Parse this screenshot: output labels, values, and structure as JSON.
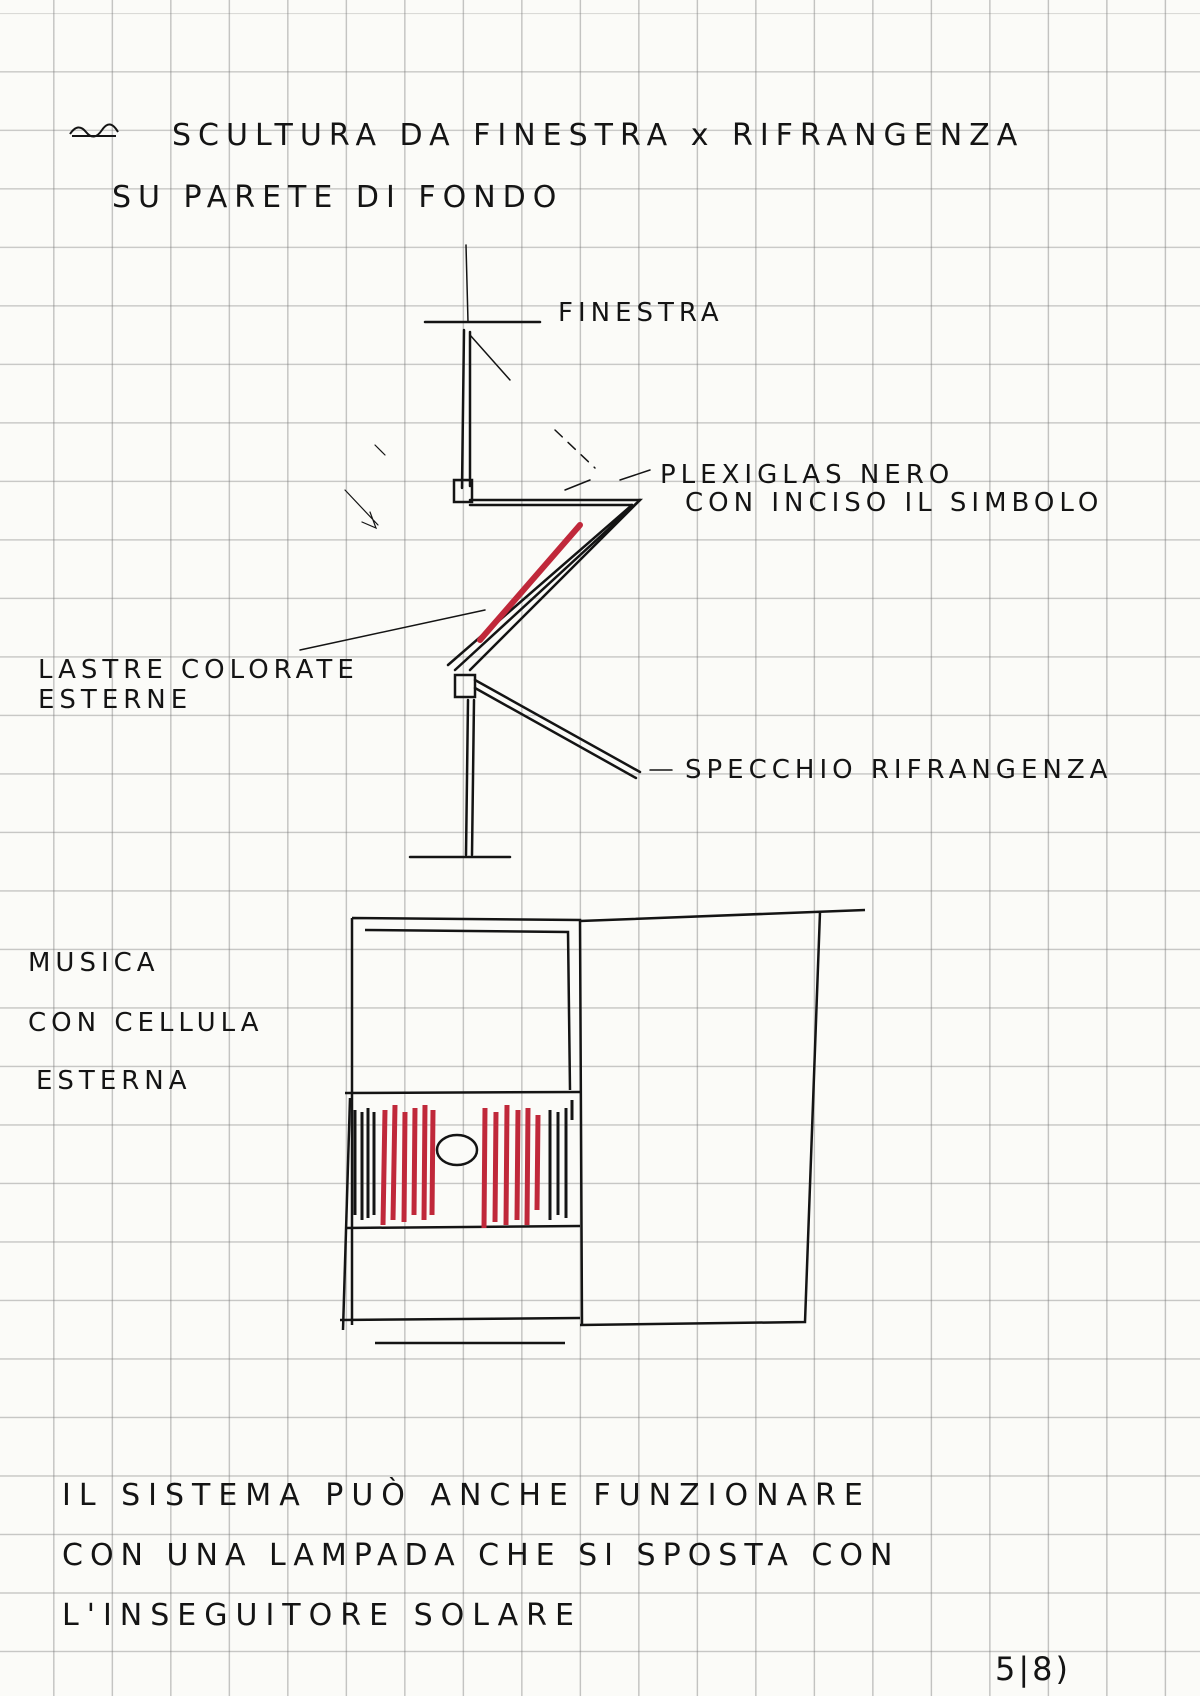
{
  "title": {
    "line1": "SCULTURA DA FINESTRA x RIFRANGENZA",
    "line2": "SU PARETE DI FONDO"
  },
  "labels": {
    "finestra": "FINESTRA",
    "plexiglas_1": "PLEXIGLAS NERO",
    "plexiglas_2": "CON INCISO IL SIMBOLO",
    "lastre_1": "LASTRE COLORATE",
    "lastre_2": "ESTERNE",
    "specchio": "SPECCHIO RIFRANGENZA",
    "musica_1": "MUSICA",
    "musica_2": "CON CELLULA",
    "musica_3": "ESTERNA"
  },
  "note": {
    "line1": "IL SISTEMA PUÒ ANCHE FUNZIONARE",
    "line2": "CON UNA LAMPADA CHE SI SPOSTA CON",
    "line3": "L'INSEGUITORE SOLARE"
  },
  "page_number": "5|8)",
  "colors": {
    "ink": "#141414",
    "red": "#c0283a",
    "paper": "#fbfbf8"
  }
}
